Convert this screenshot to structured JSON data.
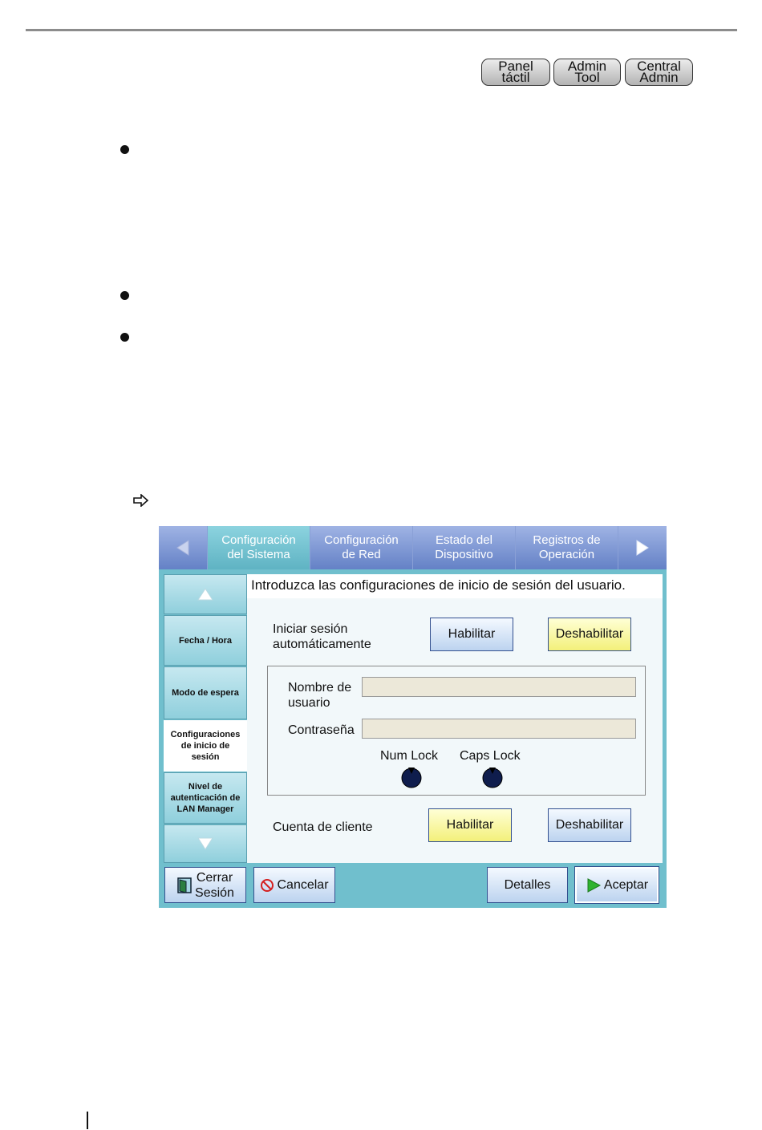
{
  "header_tags": [
    "Panel\ntáctil",
    "Admin\nTool",
    "Central\nAdmin"
  ],
  "tags": [
    {
      "line1": "Panel",
      "line2": "táctil"
    },
    {
      "line1": "Admin",
      "line2": "Tool"
    },
    {
      "line1": "Central",
      "line2": "Admin"
    }
  ],
  "tabs": [
    {
      "line1": "Configuración",
      "line2": "del Sistema"
    },
    {
      "line1": "Configuración",
      "line2": "de Red"
    },
    {
      "line1": "Estado del",
      "line2": "Dispositivo"
    },
    {
      "line1": "Registros de",
      "line2": "Operación"
    }
  ],
  "sidebar": {
    "items": [
      {
        "lines": [
          "Fecha / Hora"
        ]
      },
      {
        "lines": [
          "Modo de espera"
        ]
      },
      {
        "lines": [
          "Configuraciones",
          "de inicio de",
          "sesión"
        ]
      },
      {
        "lines": [
          "Nivel de",
          "autenticación de",
          "LAN Manager"
        ]
      }
    ]
  },
  "content": {
    "instruction": "Introduzca las configuraciones de inicio de sesión del usuario.",
    "auto_login": {
      "line1": "Iniciar sesión",
      "line2": "automáticamente",
      "enable": "Habilitar",
      "disable": "Deshabilitar",
      "selected": "Deshabilitar"
    },
    "username": {
      "line1": "Nombre de",
      "line2": "usuario",
      "value": ""
    },
    "password": {
      "label": "Contraseña",
      "value": ""
    },
    "num_lock": "Num Lock",
    "caps_lock": "Caps Lock",
    "client_account": {
      "label": "Cuenta de cliente",
      "enable": "Habilitar",
      "disable": "Deshabilitar",
      "selected": "Habilitar"
    }
  },
  "footer": {
    "logout": {
      "line1": "Cerrar",
      "line2": "Sesión"
    },
    "cancel": "Cancelar",
    "details": "Detalles",
    "accept": "Aceptar"
  },
  "colors": {
    "tab_bar": "#6481c6",
    "active_tab": "#5fb3c3",
    "window_bg": "#70bfcd",
    "selected_button": "#f3f07a",
    "button": "#bcd3ef"
  }
}
